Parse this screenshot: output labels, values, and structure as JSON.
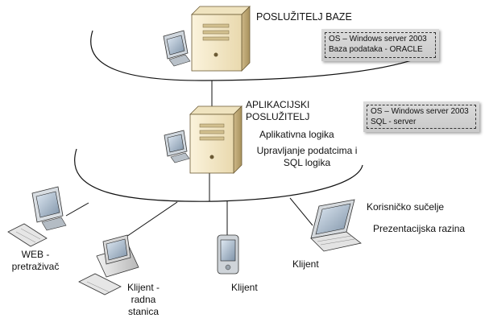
{
  "db_server": {
    "title": "POSLUŽITELJ BAZE",
    "info": [
      "OS – Windows server 2003",
      "Baza podataka - ORACLE"
    ]
  },
  "app_server": {
    "title_lines": [
      "APLIKACIJSKI",
      "POSLUŽITELJ"
    ],
    "logic": "Aplikativna logika",
    "data_lines": [
      "Upravljanje podatcima i",
      "SQL logika"
    ],
    "info": [
      "OS – Windows server 2003",
      "SQL - server"
    ]
  },
  "clients": {
    "web": [
      "WEB -",
      "pretraživač"
    ],
    "workstation": [
      "Klijent -",
      "radna",
      "stanica"
    ],
    "pda": "Klijent",
    "laptop": "Klijent"
  },
  "layers": {
    "ui": "Korisničko sučelje",
    "presentation": "Prezentacijska razina"
  }
}
